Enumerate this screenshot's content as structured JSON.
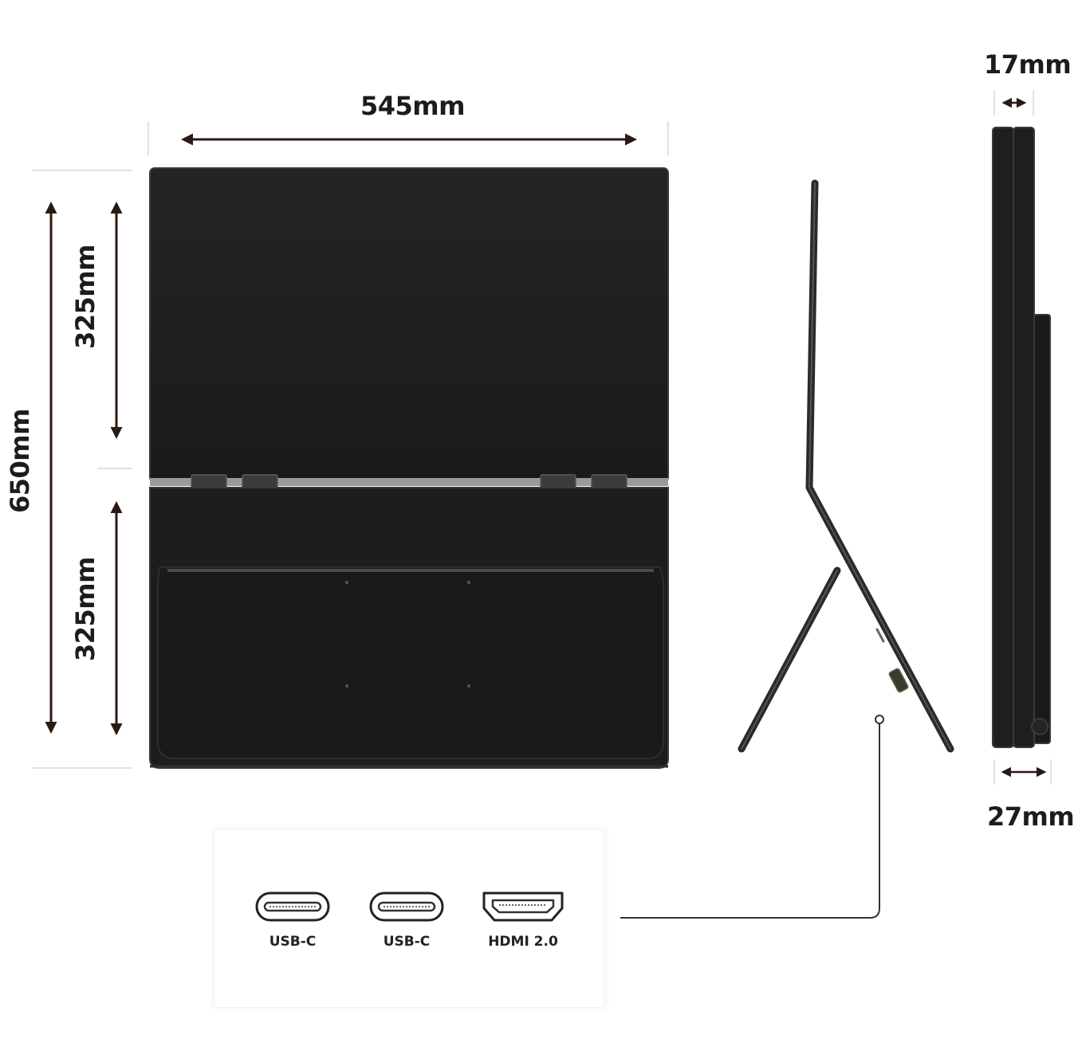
{
  "dimensions": {
    "width": "545mm",
    "total_height": "650mm",
    "upper_height": "325mm",
    "lower_height": "325mm",
    "thickness_single": "17mm",
    "thickness_folded": "27mm"
  },
  "ports": [
    {
      "label": "USB-C",
      "icon": "usb-c-port-icon"
    },
    {
      "label": "USB-C",
      "icon": "usb-c-port-icon"
    },
    {
      "label": "HDMI 2.0",
      "icon": "hdmi-port-icon"
    }
  ],
  "colors": {
    "device": "#1e1e1e",
    "device_edge": "#3a3a3a",
    "arrow": "#2a1a14",
    "guide": "#d8d8d8"
  }
}
